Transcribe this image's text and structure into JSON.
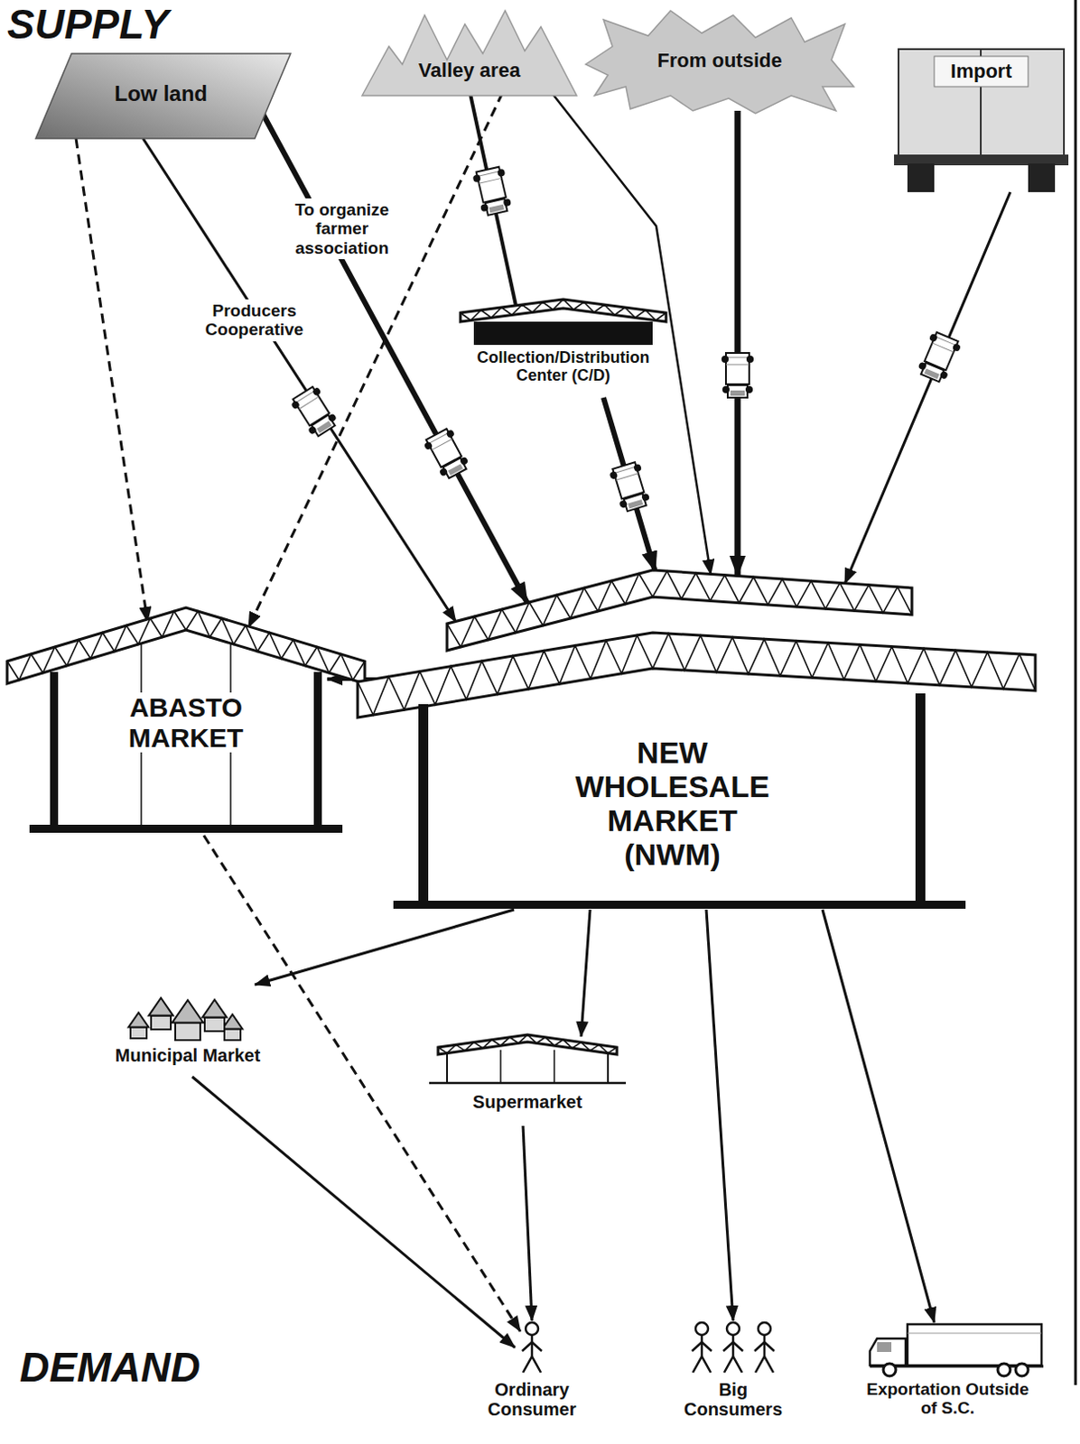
{
  "diagram": {
    "nodes": [
      {
        "text": [
          "Low land"
        ]
      },
      {
        "text": [
          "Valley area"
        ]
      },
      {
        "text": [
          "From outside"
        ]
      },
      {
        "text": [
          "Import"
        ]
      },
      {
        "text": [
          "Collection/Distribution Center (C/D)"
        ]
      },
      {
        "text": [
          "ABASTO MARKET"
        ]
      },
      {
        "text": [
          "NEW WHOLESALE MARKET (NWM)"
        ]
      },
      {
        "text": [
          "Municipal Market"
        ]
      },
      {
        "text": [
          "Supermarket"
        ]
      },
      {
        "text": [
          "Ordinary Consumer"
        ]
      },
      {
        "text": [
          "Big Consumers"
        ]
      },
      {
        "text": [
          "Exportation Outside of S.C."
        ]
      }
    ],
    "edges": [
      {
        "from": 0,
        "to": 5,
        "arrow": "to"
      },
      {
        "from": 0,
        "to": 6,
        "label": "Producers Cooperative",
        "arrow": "to"
      },
      {
        "from": 0,
        "to": 6,
        "label": "To organize farmer association",
        "arrow": "to"
      },
      {
        "from": 1,
        "to": 5,
        "arrow": "to"
      },
      {
        "from": 1,
        "to": 4,
        "arrow": "none"
      },
      {
        "from": 1,
        "to": 6,
        "arrow": "to"
      },
      {
        "from": 4,
        "to": 6,
        "arrow": "to"
      },
      {
        "from": 2,
        "to": 6,
        "arrow": "to"
      },
      {
        "from": 3,
        "to": 6,
        "arrow": "to"
      },
      {
        "from": 6,
        "to": 5,
        "arrow": "to"
      },
      {
        "from": 6,
        "to": 7,
        "arrow": "to"
      },
      {
        "from": 6,
        "to": 8,
        "arrow": "to"
      },
      {
        "from": 6,
        "to": 10,
        "arrow": "to"
      },
      {
        "from": 6,
        "to": 11,
        "arrow": "to"
      },
      {
        "from": 5,
        "to": 9,
        "arrow": "to"
      },
      {
        "from": 7,
        "to": 9,
        "arrow": "to"
      },
      {
        "from": 8,
        "to": 9,
        "arrow": "to"
      }
    ],
    "labels": [
      "SUPPLY",
      "DEMAND"
    ]
  }
}
